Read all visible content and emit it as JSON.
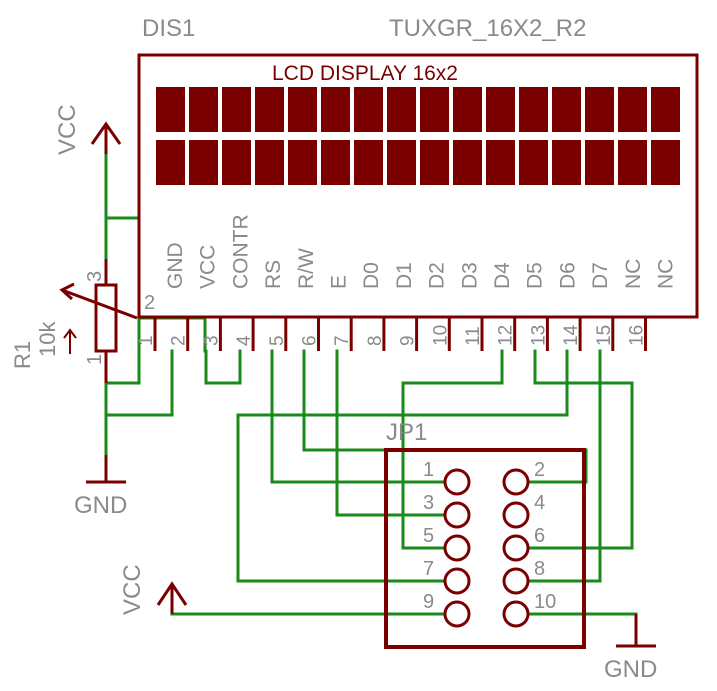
{
  "colors": {
    "part": "#7a0000",
    "wire": "#1a8a1a",
    "label": "#8a8a8a",
    "background": "#ffffff"
  },
  "lcd": {
    "name": "DIS1",
    "value": "TUXGR_16X2_R2",
    "title": "LCD DISPLAY 16x2",
    "rows": 2,
    "cols": 16,
    "pin_labels": [
      "GND",
      "VCC",
      "CONTR",
      "RS",
      "R/W",
      "E",
      "D0",
      "D1",
      "D2",
      "D3",
      "D4",
      "D5",
      "D6",
      "D7",
      "NC",
      "NC"
    ],
    "pin_numbers": [
      "1",
      "2",
      "3",
      "4",
      "5",
      "6",
      "7",
      "8",
      "9",
      "10",
      "11",
      "12",
      "13",
      "14",
      "15",
      "16"
    ]
  },
  "potentiometer": {
    "name": "R1",
    "value": "10k",
    "pin_top": "3",
    "pin_wiper": "2",
    "pin_bottom": "1"
  },
  "header": {
    "name": "JP1",
    "pins": [
      "1",
      "2",
      "3",
      "4",
      "5",
      "6",
      "7",
      "8",
      "9",
      "10"
    ]
  },
  "supplies": {
    "vcc_top": "VCC",
    "gnd_left": "GND",
    "vcc_bottom": "VCC",
    "gnd_right": "GND"
  }
}
